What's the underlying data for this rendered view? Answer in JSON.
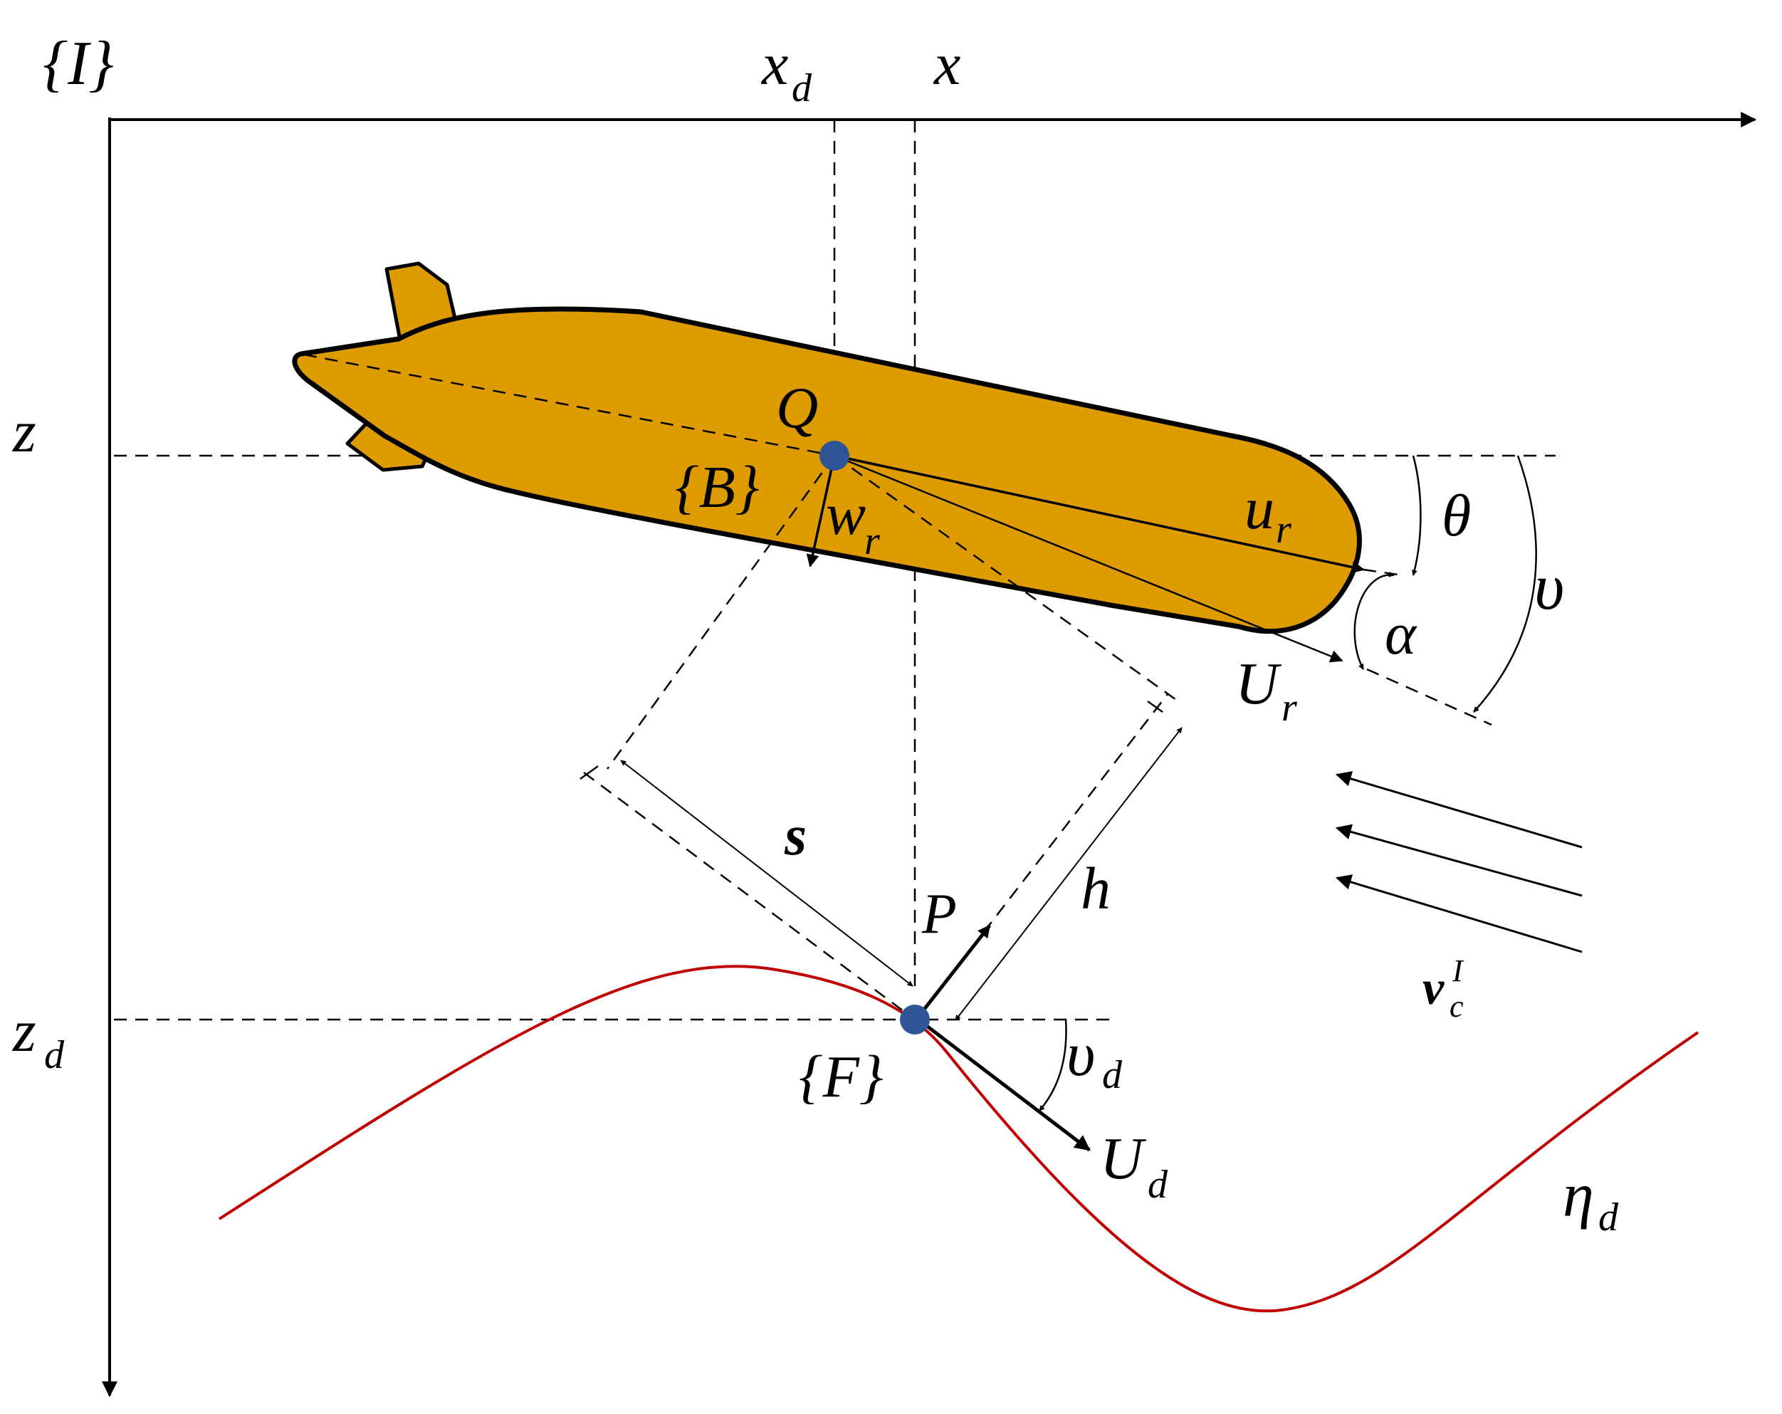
{
  "frames": {
    "inertial": "{I}",
    "body": "{B}",
    "path": "{F}"
  },
  "axes": {
    "x": "x",
    "x_d": "x",
    "x_d_sub": "d",
    "z": "z",
    "z_d": "z",
    "z_d_sub": "d"
  },
  "points": {
    "Q": "Q",
    "P": "P"
  },
  "velocities": {
    "u_r": "u",
    "u_r_sub": "r",
    "w_r": "w",
    "w_r_sub": "r",
    "U_r": "U",
    "U_r_sub": "r",
    "U_d": "U",
    "U_d_sub": "d",
    "v_c": "v",
    "v_c_sub": "c",
    "v_c_sup": "I"
  },
  "angles": {
    "theta": "θ",
    "alpha": "α",
    "upsilon": "υ",
    "upsilon_d": "υ",
    "upsilon_d_sub": "d"
  },
  "distances": {
    "s": "s",
    "h": "h"
  },
  "path": {
    "eta": "η",
    "eta_sub": "d"
  },
  "colors": {
    "hull": "#DE9B00",
    "outline": "#000000",
    "point": "#2F5597",
    "path_curve": "#C00000"
  }
}
